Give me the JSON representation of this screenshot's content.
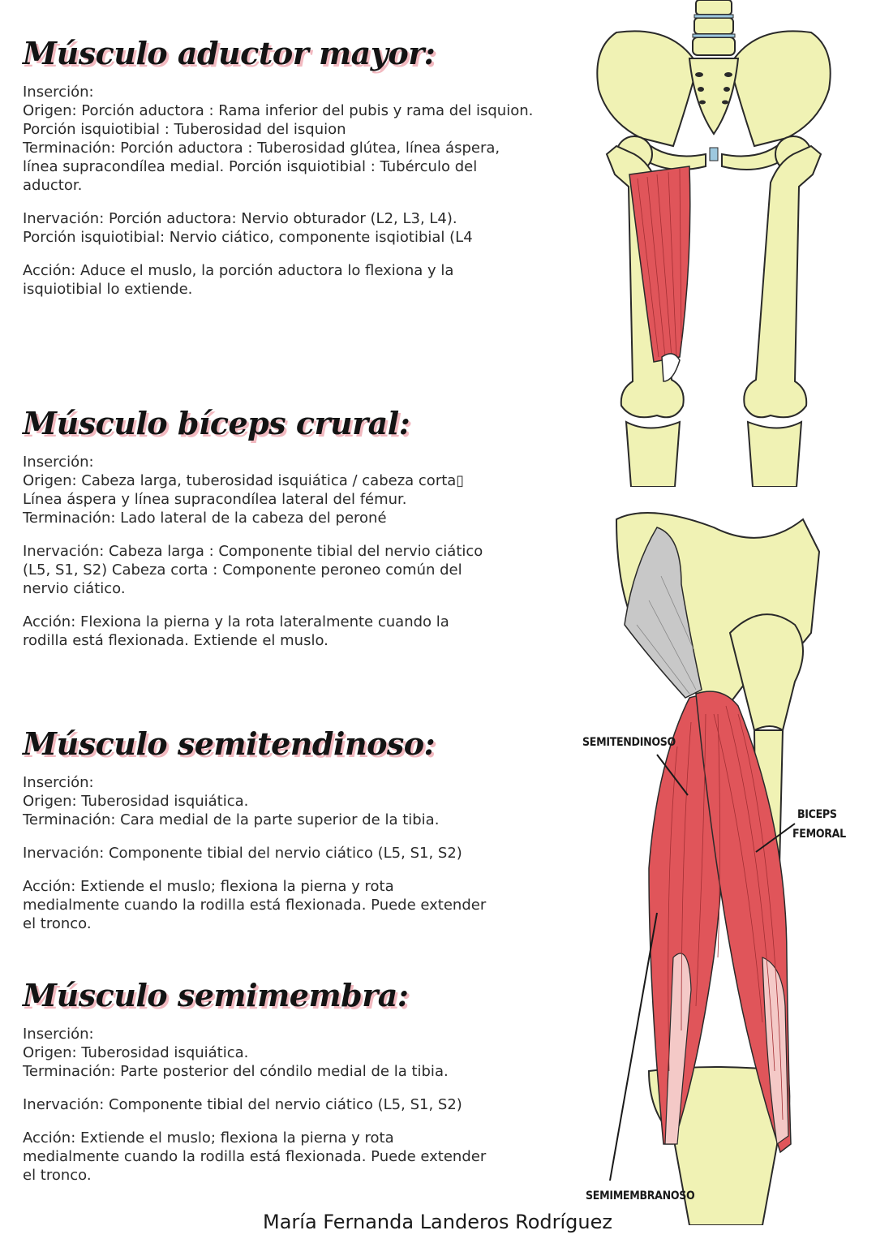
{
  "sections": [
    {
      "title": "Músculo aductor mayor:",
      "insercion": "Inserción:",
      "origen": [
        "Origen: Porción aductora : Rama inferior del pubis y rama del isquion.",
        "Porción isquiotibial : Tuberosidad del isquion"
      ],
      "terminacion": [
        "Terminación: Porción aductora : Tuberosidad glútea, línea áspera,",
        "línea supracondílea medial. Porción isquiotibial : Tubérculo del",
        "aductor."
      ],
      "inervacion": [
        "Inervación: Porción aductora: Nervio obturador (L2, L3, L4).",
        "Porción isquiotibial: Nervio ciático, componente isqiotibial (L4"
      ],
      "accion": [
        "Acción: Aduce el muslo, la porción aductora lo flexiona y la",
        "isquiotibial lo extiende."
      ]
    },
    {
      "title": "Músculo bíceps crural:",
      "insercion": "Inserción:",
      "origen": [
        "Origen: Cabeza larga, tuberosidad isquiática / cabeza corta▯",
        "Línea áspera y línea supracondílea lateral del fémur."
      ],
      "terminacion": [
        "Terminación: Lado lateral de la cabeza del peroné"
      ],
      "inervacion": [
        "Inervación: Cabeza larga : Componente tibial del nervio ciático",
        "(L5, S1, S2) Cabeza corta : Componente peroneo común del",
        "nervio ciático."
      ],
      "accion": [
        "Acción: Flexiona la pierna y la rota lateralmente cuando la",
        "rodilla está flexionada. Extiende el muslo."
      ]
    },
    {
      "title": "Músculo semitendinoso:",
      "insercion": "Inserción:",
      "origen": [
        "Origen: Tuberosidad isquiática."
      ],
      "terminacion": [
        "Terminación: Cara medial de la parte superior de la tibia."
      ],
      "inervacion": [
        "Inervación: Componente tibial del nervio ciático (L5, S1, S2)"
      ],
      "accion": [
        "Acción: Extiende el muslo; flexiona la pierna y rota",
        "medialmente cuando la rodilla está flexionada. Puede extender",
        "el tronco."
      ]
    },
    {
      "title": "Músculo semimembra:",
      "insercion": "Inserción:",
      "origen": [
        "Origen: Tuberosidad isquiática."
      ],
      "terminacion": [
        "Terminación: Parte posterior del cóndilo medial de la tibia."
      ],
      "inervacion": [
        "Inervación: Componente tibial del nervio ciático (L5, S1, S2)"
      ],
      "accion": [
        "Acción: Extiende el muslo; flexiona la pierna y rota",
        "medialmente cuando la rodilla está flexionada. Puede extender",
        "el tronco."
      ]
    }
  ],
  "figure_labels": {
    "semitendinoso": "SEMITENDINOSO",
    "biceps_1": "BICEPS",
    "biceps_2": "FEMORAL",
    "semimembranoso": "SEMIMEMBRANOSO"
  },
  "author": "María Fernanda Landeros Rodríguez",
  "colors": {
    "bone": "#f0f2b4",
    "muscle": "#e0555a",
    "tendon": "#f4c9c7",
    "ligament": "#c8c8c8",
    "title_shadow": "#f2b9c0"
  }
}
